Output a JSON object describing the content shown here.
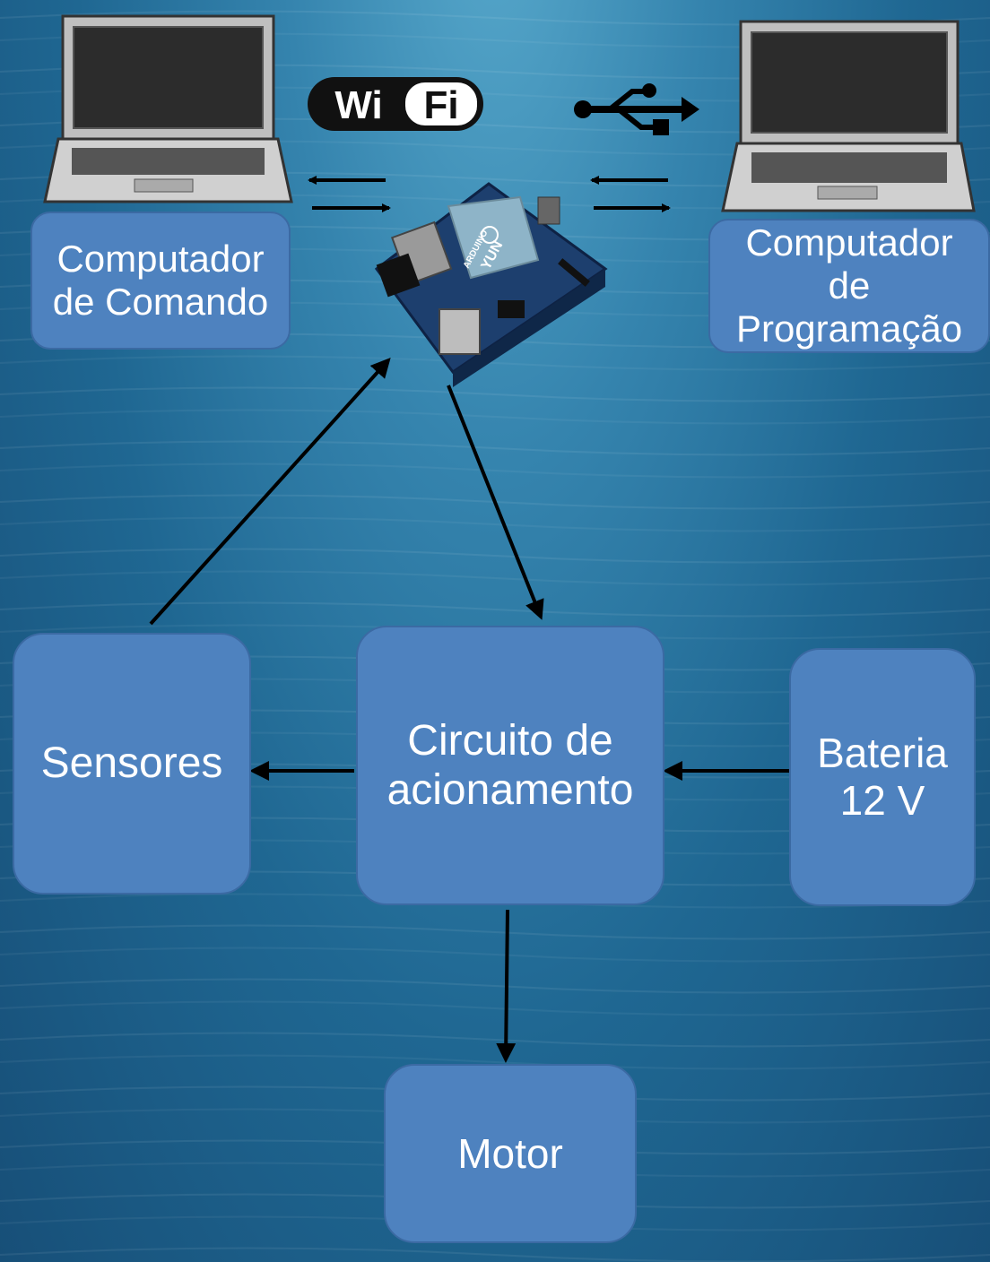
{
  "wifi_logo": {
    "text_left": "Wi",
    "text_right": "Fi"
  },
  "usb_symbol": {
    "icon": "usb-icon"
  },
  "arduino": {
    "brand": "ARDUINO",
    "model": "YUN",
    "icon": "arduino-board-icon"
  },
  "nodes": {
    "command_pc": {
      "lines": [
        "Computador",
        "de Comando"
      ],
      "icon": "laptop-icon"
    },
    "programming_pc": {
      "lines": [
        "Computador",
        "de",
        "Programação"
      ],
      "icon": "laptop-icon"
    },
    "sensors": {
      "lines": [
        "Sensores"
      ]
    },
    "driver_circuit": {
      "lines": [
        "Circuito de",
        "acionamento"
      ]
    },
    "battery": {
      "lines": [
        "Bateria",
        "12 V"
      ]
    },
    "motor": {
      "lines": [
        "Motor"
      ]
    }
  },
  "colors": {
    "box_fill": "#4e82bf",
    "box_border": "#3b6aa3",
    "arrow": "#000000",
    "text": "#ffffff"
  }
}
